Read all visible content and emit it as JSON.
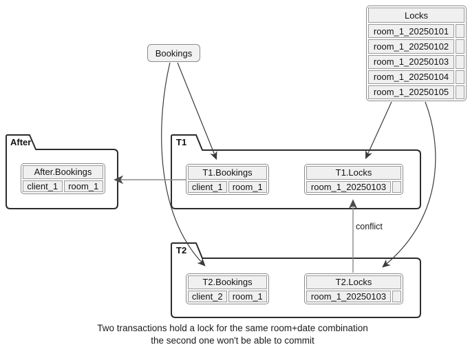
{
  "colors": {
    "background": "#ffffff",
    "package_border": "#2b2b2b",
    "cell_fill": "#f0f0f0",
    "cell_border": "#9a9a9a",
    "node_fill": "#f2f2f2",
    "edge_dark": "#3a3a3a",
    "edge_gray": "#8a8a8a",
    "text": "#111111"
  },
  "bookings_node": {
    "label": "Bookings"
  },
  "locks_table": {
    "title": "Locks",
    "rows": [
      "room_1_20250101",
      "room_1_20250102",
      "room_1_20250103",
      "room_1_20250104",
      "room_1_20250105"
    ]
  },
  "after_package": {
    "label": "After",
    "table": {
      "title": "After.Bookings",
      "col1": "client_1",
      "col2": "room_1"
    }
  },
  "t1_package": {
    "label": "T1",
    "bookings": {
      "title": "T1.Bookings",
      "col1": "client_1",
      "col2": "room_1"
    },
    "locks": {
      "title": "T1.Locks",
      "row": "room_1_20250103"
    }
  },
  "t2_package": {
    "label": "T2",
    "bookings": {
      "title": "T2.Bookings",
      "col1": "client_2",
      "col2": "room_1"
    },
    "locks": {
      "title": "T2.Locks",
      "row": "room_1_20250103"
    }
  },
  "edge_labels": {
    "conflict": "conflict"
  },
  "caption": {
    "line1": "Two transactions hold a lock for the same room+date combination",
    "line2": "the second one won't be able to commit"
  }
}
